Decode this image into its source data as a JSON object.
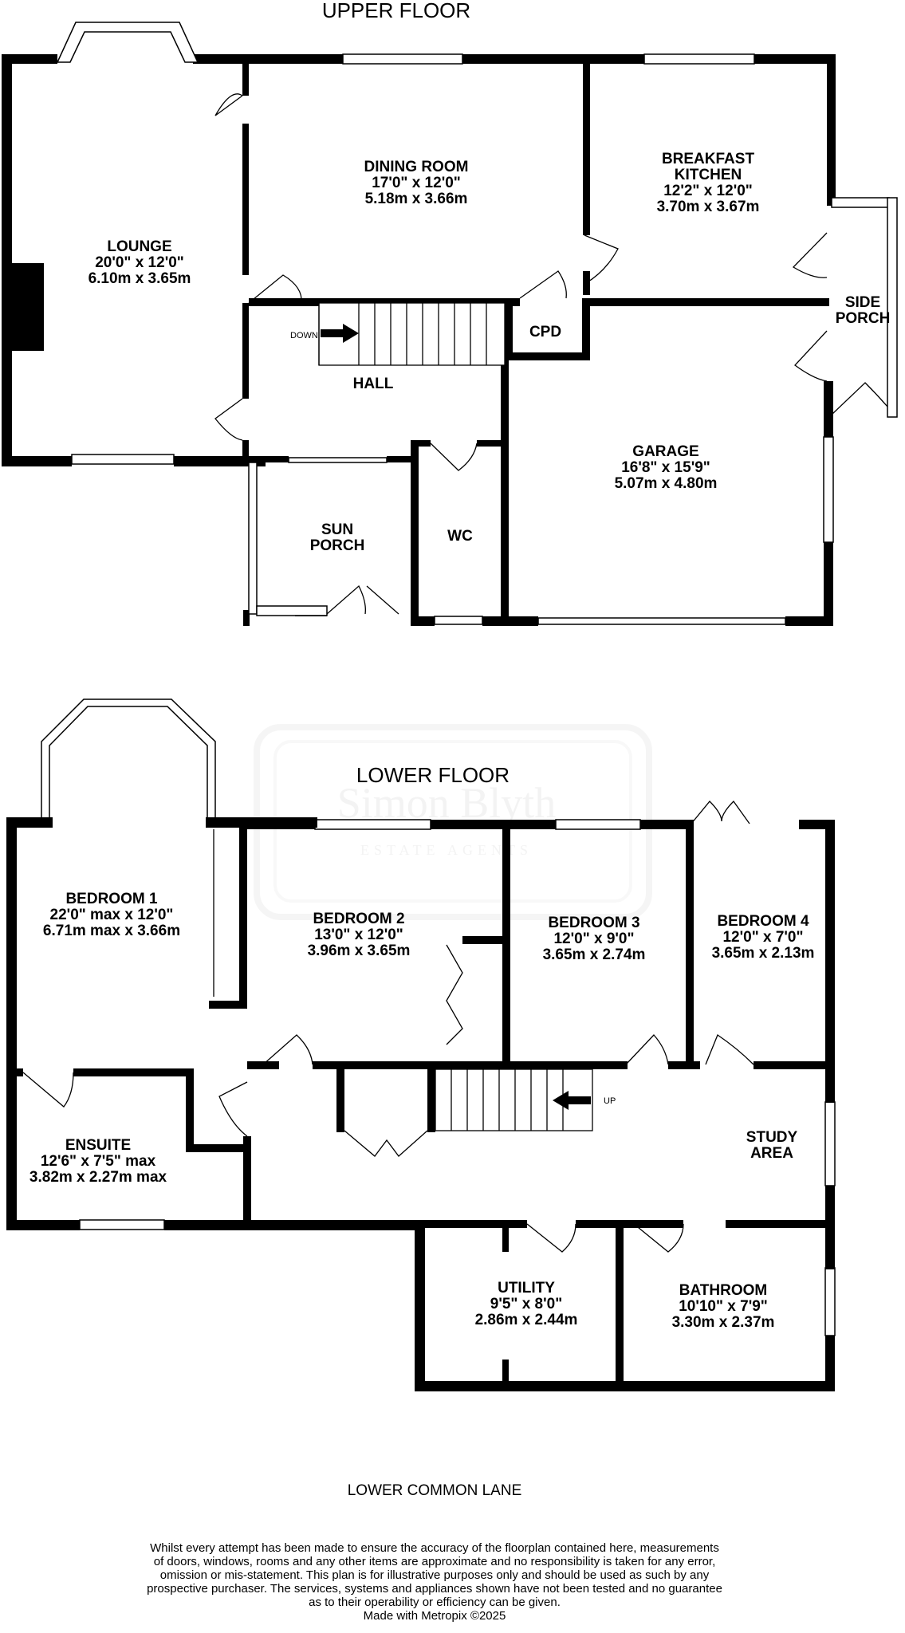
{
  "floors": {
    "upper_title": "UPPER FLOOR",
    "lower_title": "LOWER FLOOR"
  },
  "upper_rooms": {
    "lounge": {
      "name": "LOUNGE",
      "imperial": "20'0\"  x 12'0\"",
      "metric": "6.10m  x 3.65m"
    },
    "dining": {
      "name": "DINING ROOM",
      "imperial": "17'0\"  x 12'0\"",
      "metric": "5.18m  x 3.66m"
    },
    "kitchen": {
      "name1": "BREAKFAST",
      "name2": "KITCHEN",
      "imperial": "12'2\"  x 12'0\"",
      "metric": "3.70m  x 3.67m"
    },
    "side_porch": {
      "name1": "SIDE",
      "name2": "PORCH"
    },
    "cpd": {
      "name": "CPD"
    },
    "hall": {
      "name": "HALL"
    },
    "garage": {
      "name": "GARAGE",
      "imperial": "16'8\"  x 15'9\"",
      "metric": "5.07m  x 4.80m"
    },
    "sun_porch": {
      "name1": "SUN",
      "name2": "PORCH"
    },
    "wc": {
      "name": "WC"
    },
    "stair_label": "DOWN"
  },
  "lower_rooms": {
    "bedroom1": {
      "name": "BEDROOM 1",
      "imperial": "22'0\" max x 12'0\"",
      "metric": "6.71m max x 3.66m"
    },
    "bedroom2": {
      "name": "BEDROOM 2",
      "imperial": "13'0\"  x 12'0\"",
      "metric": "3.96m  x 3.65m"
    },
    "bedroom3": {
      "name": "BEDROOM 3",
      "imperial": "12'0\"  x 9'0\"",
      "metric": "3.65m  x 2.74m"
    },
    "bedroom4": {
      "name": "BEDROOM 4",
      "imperial": "12'0\"  x 7'0\"",
      "metric": "3.65m  x 2.13m"
    },
    "ensuite": {
      "name": "ENSUITE",
      "imperial": "12'6\"  x 7'5\" max",
      "metric": "3.82m  x 2.27m max"
    },
    "study": {
      "name1": "STUDY",
      "name2": "AREA"
    },
    "utility": {
      "name": "UTILITY",
      "imperial": "9'5\"  x 8'0\"",
      "metric": "2.86m  x 2.44m"
    },
    "bathroom": {
      "name": "BATHROOM",
      "imperial": "10'10\"  x 7'9\"",
      "metric": "3.30m  x 2.37m"
    },
    "stair_label": "UP"
  },
  "watermark": {
    "name": "Simon Blyth",
    "sub": "ESTATE AGENTS"
  },
  "street": "LOWER COMMON LANE",
  "disclaimer": [
    "Whilst every attempt has been made to ensure the accuracy of the floorplan contained here, measurements",
    "of doors, windows, rooms and any other items are approximate and no responsibility is taken for any error,",
    "omission or mis-statement. This plan is for illustrative purposes only and should be used as such by any",
    "prospective purchaser. The services, systems and appliances shown have not been tested and no guarantee",
    "as to their operability or efficiency can be given.",
    "Made with Metropix ©2025"
  ]
}
